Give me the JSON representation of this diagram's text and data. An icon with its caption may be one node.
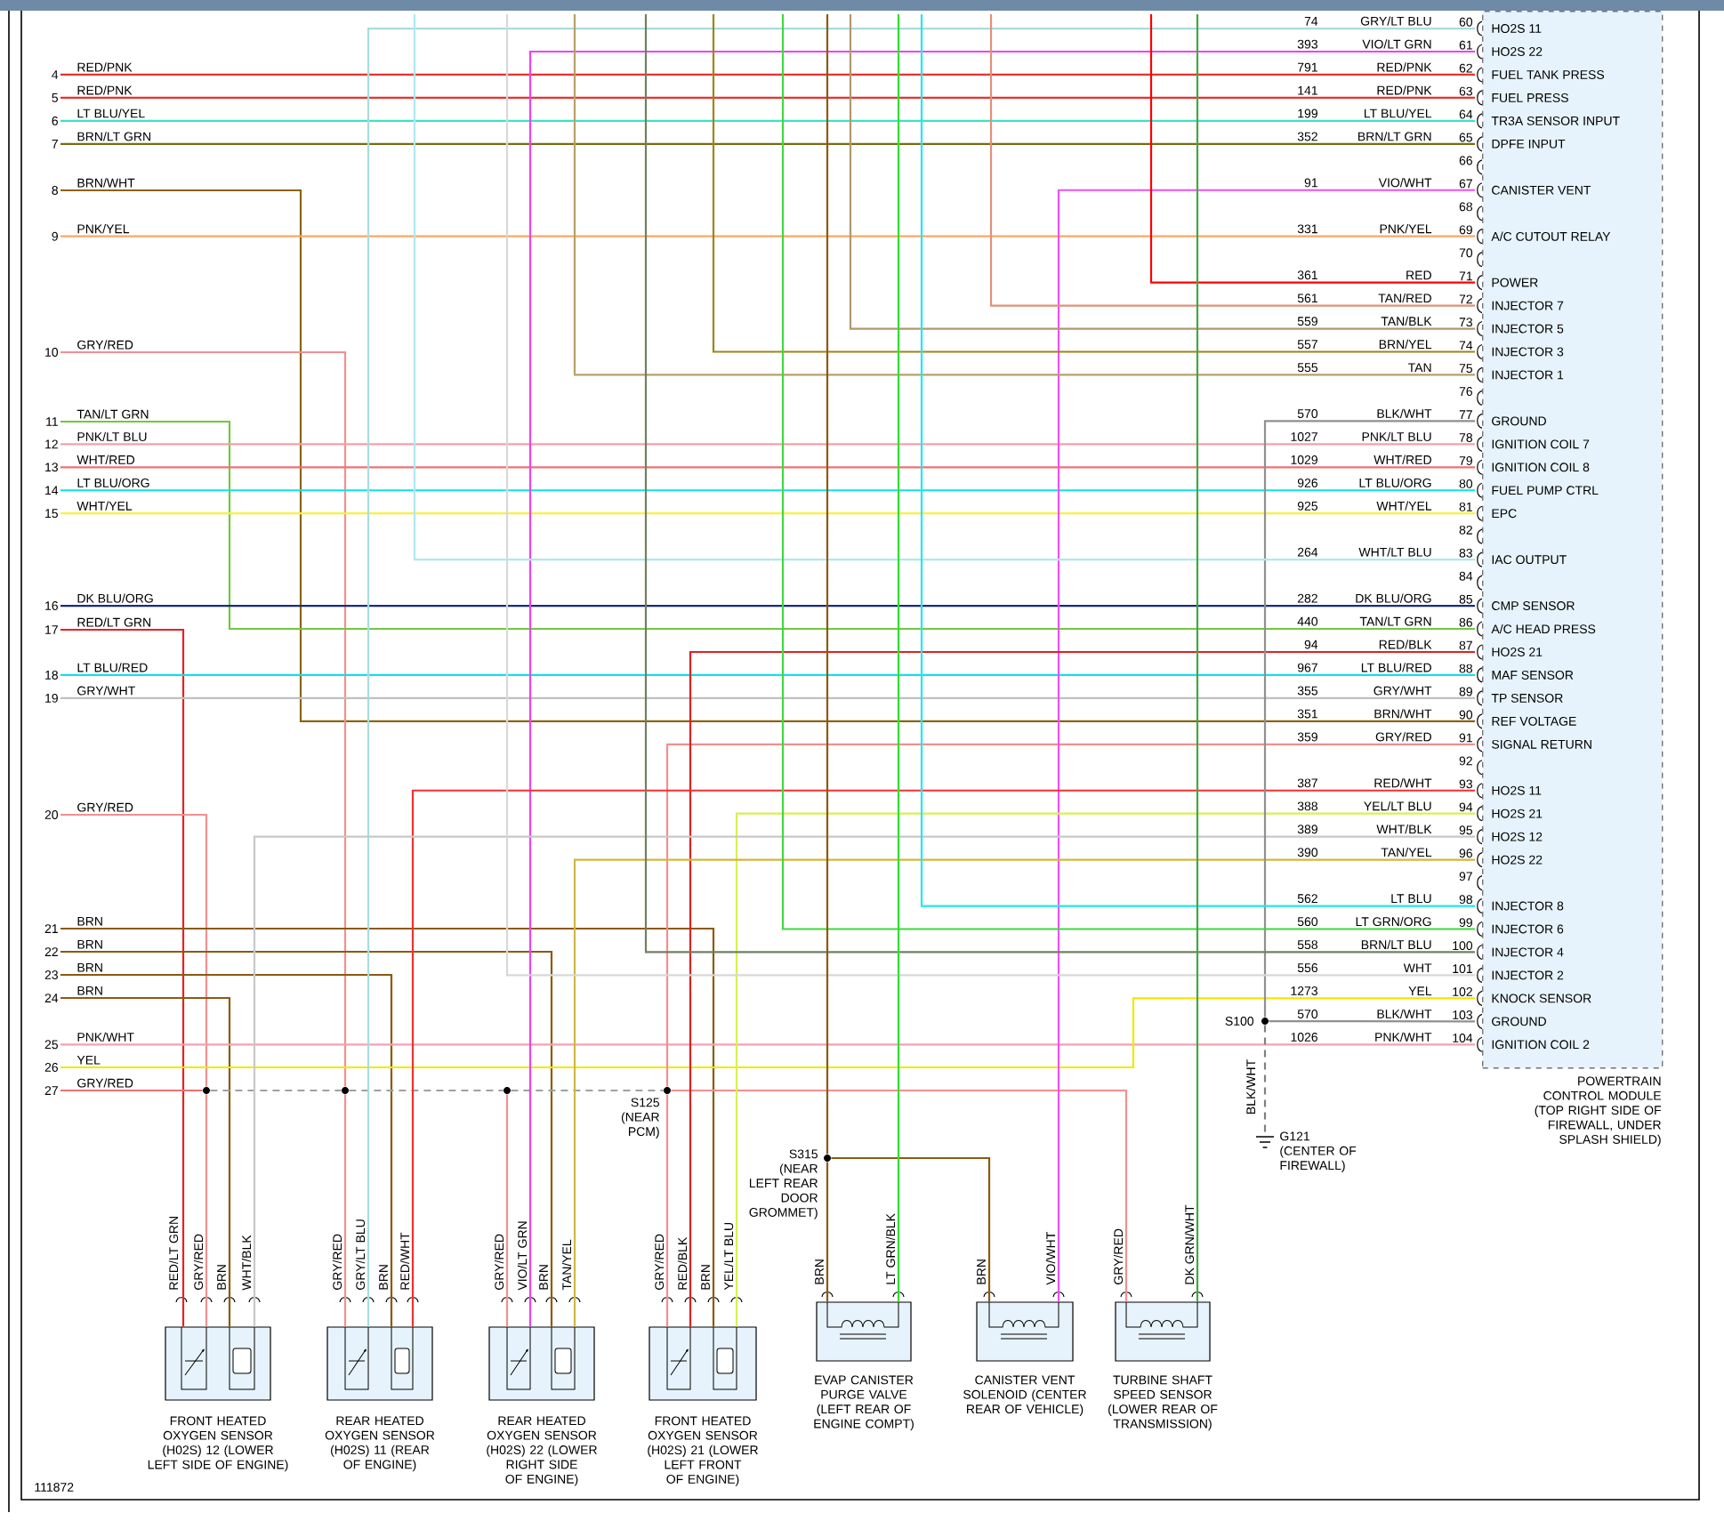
{
  "diagram": {
    "nodes": [
      {
        "text": [
          "POWERTRAIN CONTROL MODULE (TOP RIGHT SIDE OF FIREWALL, UNDER SPLASH SHIELD)",
          "HO2S 11",
          "HO2S 22",
          "FUEL TANK PRESS",
          "FUEL PRESS",
          "TR3A SENSOR INPUT",
          "DPFE INPUT",
          "CANISTER VENT",
          "A/C CUTOUT RELAY",
          "POWER",
          "INJECTOR 7",
          "INJECTOR 5",
          "INJECTOR 3",
          "INJECTOR 1",
          "GROUND",
          "IGNITION COIL 7",
          "IGNITION COIL 8",
          "FUEL PUMP CTRL",
          "EPC",
          "IAC OUTPUT",
          "CMP SENSOR",
          "A/C HEAD PRESS",
          "HO2S 21",
          "MAF SENSOR",
          "TP SENSOR",
          "REF VOLTAGE",
          "SIGNAL RETURN",
          "HO2S 11",
          "HO2S 21",
          "HO2S 12",
          "HO2S 22",
          "INJECTOR 8",
          "INJECTOR 6",
          "INJECTOR 4",
          "INJECTOR 2",
          "KNOCK SENSOR",
          "GROUND",
          "IGNITION COIL 2"
        ]
      },
      {
        "text": [
          "60"
        ],
        "beside": [
          "GRY/LT BLU"
        ]
      },
      {
        "text": [
          "61"
        ],
        "beside": [
          "VIO/LT GRN"
        ]
      },
      {
        "text": [
          "62"
        ],
        "beside": [
          "RED/PNK"
        ]
      },
      {
        "text": [
          "63"
        ],
        "beside": [
          "RED/PNK"
        ]
      },
      {
        "text": [
          "64"
        ],
        "beside": [
          "LT BLU/YEL"
        ]
      },
      {
        "text": [
          "65"
        ],
        "beside": [
          "BRN/LT GRN"
        ]
      },
      {
        "text": [
          "66"
        ]
      },
      {
        "text": [
          "67"
        ],
        "beside": [
          "VIO/WHT"
        ]
      },
      {
        "text": [
          "68"
        ]
      },
      {
        "text": [
          "69"
        ],
        "beside": [
          "PNK/YEL"
        ]
      },
      {
        "text": [
          "70"
        ]
      },
      {
        "text": [
          "71"
        ],
        "beside": [
          "RED"
        ]
      },
      {
        "text": [
          "72"
        ],
        "beside": [
          "TAN/RED"
        ]
      },
      {
        "text": [
          "73"
        ],
        "beside": [
          "TAN/BLK"
        ]
      },
      {
        "text": [
          "74"
        ],
        "beside": [
          "BRN/YEL"
        ]
      },
      {
        "text": [
          "75"
        ],
        "beside": [
          "TAN"
        ]
      },
      {
        "text": [
          "76"
        ]
      },
      {
        "text": [
          "77"
        ],
        "beside": [
          "BLK/WHT"
        ]
      },
      {
        "text": [
          "78"
        ],
        "beside": [
          "PNK/LT BLU"
        ]
      },
      {
        "text": [
          "79"
        ],
        "beside": [
          "WHT/RED"
        ]
      },
      {
        "text": [
          "80"
        ],
        "beside": [
          "LT BLU/ORG"
        ]
      },
      {
        "text": [
          "81"
        ],
        "beside": [
          "WHT/YEL"
        ]
      },
      {
        "text": [
          "82"
        ]
      },
      {
        "text": [
          "83"
        ],
        "beside": [
          "WHT/LT BLU"
        ]
      },
      {
        "text": [
          "84"
        ]
      },
      {
        "text": [
          "85"
        ],
        "beside": [
          "DK BLU/ORG"
        ]
      },
      {
        "text": [
          "86"
        ],
        "beside": [
          "TAN/LT GRN"
        ]
      },
      {
        "text": [
          "87"
        ],
        "beside": [
          "RED/BLK"
        ]
      },
      {
        "text": [
          "88"
        ],
        "beside": [
          "LT BLU/RED"
        ]
      },
      {
        "text": [
          "89"
        ],
        "beside": [
          "GRY/WHT"
        ]
      },
      {
        "text": [
          "90"
        ],
        "beside": [
          "BRN/WHT"
        ]
      },
      {
        "text": [
          "91"
        ],
        "beside": [
          "GRY/RED"
        ]
      },
      {
        "text": [
          "92"
        ]
      },
      {
        "text": [
          "93"
        ],
        "beside": [
          "RED/WHT"
        ]
      },
      {
        "text": [
          "94"
        ],
        "beside": [
          "YEL/LT BLU"
        ]
      },
      {
        "text": [
          "95"
        ],
        "beside": [
          "WHT/BLK"
        ]
      },
      {
        "text": [
          "96"
        ],
        "beside": [
          "TAN/YEL"
        ]
      },
      {
        "text": [
          "97"
        ]
      },
      {
        "text": [
          "98"
        ],
        "beside": [
          "LT BLU"
        ]
      },
      {
        "text": [
          "99"
        ],
        "beside": [
          "LT GRN/ORG"
        ]
      },
      {
        "text": [
          "100"
        ],
        "beside": [
          "BRN/LT BLU"
        ]
      },
      {
        "text": [
          "101"
        ],
        "beside": [
          "WHT"
        ]
      },
      {
        "text": [
          "102"
        ],
        "beside": [
          "YEL"
        ]
      },
      {
        "text": [
          "103"
        ],
        "beside": [
          "BLK/WHT"
        ]
      },
      {
        "text": [
          "104"
        ],
        "beside": [
          "PNK/WHT"
        ]
      },
      {
        "text": [
          "4"
        ],
        "beside": [
          "RED/PNK"
        ]
      },
      {
        "text": [
          "5"
        ],
        "beside": [
          "RED/PNK"
        ]
      },
      {
        "text": [
          "6"
        ],
        "beside": [
          "LT BLU/YEL"
        ]
      },
      {
        "text": [
          "7"
        ],
        "beside": [
          "BRN/LT GRN"
        ]
      },
      {
        "text": [
          "8"
        ],
        "beside": [
          "BRN/WHT"
        ]
      },
      {
        "text": [
          "9"
        ],
        "beside": [
          "PNK/YEL"
        ]
      },
      {
        "text": [
          "10"
        ],
        "beside": [
          "GRY/RED"
        ]
      },
      {
        "text": [
          "11"
        ],
        "beside": [
          "TAN/LT GRN"
        ]
      },
      {
        "text": [
          "12"
        ],
        "beside": [
          "PNK/LT BLU"
        ]
      },
      {
        "text": [
          "13"
        ],
        "beside": [
          "WHT/RED"
        ]
      },
      {
        "text": [
          "14"
        ],
        "beside": [
          "LT BLU/ORG"
        ]
      },
      {
        "text": [
          "15"
        ],
        "beside": [
          "WHT/YEL"
        ]
      },
      {
        "text": [
          "16"
        ],
        "beside": [
          "DK BLU/ORG"
        ]
      },
      {
        "text": [
          "17"
        ],
        "beside": [
          "RED/LT GRN"
        ]
      },
      {
        "text": [
          "18"
        ],
        "beside": [
          "LT BLU/RED"
        ]
      },
      {
        "text": [
          "19"
        ],
        "beside": [
          "GRY/WHT"
        ]
      },
      {
        "text": [
          "20"
        ],
        "beside": [
          "GRY/RED"
        ]
      },
      {
        "text": [
          "21"
        ],
        "beside": [
          "BRN"
        ]
      },
      {
        "text": [
          "22"
        ],
        "beside": [
          "BRN"
        ]
      },
      {
        "text": [
          "23"
        ],
        "beside": [
          "BRN"
        ]
      },
      {
        "text": [
          "24"
        ],
        "beside": [
          "BRN"
        ]
      },
      {
        "text": [
          "25"
        ],
        "beside": [
          "PNK/WHT"
        ]
      },
      {
        "text": [
          "26"
        ],
        "beside": [
          "YEL"
        ]
      },
      {
        "text": [
          "27"
        ],
        "beside": [
          "GRY/RED"
        ]
      },
      {
        "text": [
          "FRONT HEATED OXYGEN SENSOR (H02S) 12 (LOWER LEFT SIDE OF ENGINE)"
        ],
        "beside": [
          "RED/LT GRN",
          "GRY/RED",
          "BRN",
          "WHT/BLK"
        ]
      },
      {
        "text": [
          "REAR HEATED OXYGEN SENSOR (H02S) 11 (REAR OF ENGINE)"
        ],
        "beside": [
          "GRY/RED",
          "GRY/LT BLU",
          "BRN",
          "RED/WHT"
        ]
      },
      {
        "text": [
          "REAR HEATED OXYGEN SENSOR (H02S) 22 (LOWER RIGHT SIDE OF ENGINE)"
        ],
        "beside": [
          "GRY/RED",
          "VIO/LT GRN",
          "BRN",
          "TAN/YEL"
        ]
      },
      {
        "text": [
          "FRONT HEATED OXYGEN SENSOR (H02S) 21 (LOWER LEFT FRONT OF ENGINE)"
        ],
        "beside": [
          "GRY/RED",
          "RED/BLK",
          "BRN",
          "YEL/LT BLU"
        ]
      },
      {
        "text": [
          "EVAP CANISTER PURGE VALVE (LEFT REAR OF ENGINE COMPT)"
        ],
        "beside": [
          "BRN",
          "LT GRN/BLK"
        ]
      },
      {
        "text": [
          "CANISTER VENT SOLENOID (CENTER REAR OF VEHICLE)"
        ],
        "beside": [
          "BRN",
          "VIO/WHT"
        ]
      },
      {
        "text": [
          "TURBINE SHAFT SPEED SENSOR (LOWER REAR OF TRANSMISSION)"
        ],
        "beside": [
          "GRY/RED",
          "DK GRN/WHT"
        ]
      },
      {
        "text": [],
        "shape": "circle"
      },
      {
        "text": [],
        "shape": "circle"
      },
      {
        "text": [],
        "shape": "circle"
      },
      {
        "text": [],
        "shape": "circle",
        "beside": [
          "S125 (NEAR PCM)"
        ]
      },
      {
        "text": [],
        "shape": "circle",
        "beside": [
          "S315 (NEAR LEFT REAR DOOR GROMMET)"
        ]
      },
      {
        "text": [],
        "shape": "circle",
        "beside": [
          "S100"
        ]
      },
      {
        "text": [],
        "shape": "ground",
        "beside": [
          "G121 (CENTER OF FIREWALL)"
        ]
      }
    ],
    "edges": [
      {
        "from": 46,
        "to": 3,
        "arrow": "none",
        "color": "#e8322f"
      },
      {
        "from": 47,
        "to": 4,
        "arrow": "none",
        "color": "#e8322f"
      },
      {
        "from": 48,
        "to": 5,
        "arrow": "none",
        "color": "#40e0c8"
      },
      {
        "from": 49,
        "to": 6,
        "arrow": "none",
        "color": "#7a6a10"
      },
      {
        "from": 50,
        "to": 31,
        "arrow": "none",
        "color": "#8b6410"
      },
      {
        "from": 51,
        "to": 10,
        "arrow": "none",
        "color": "#f8a868"
      },
      {
        "from": 52,
        "to": 78,
        "arrow": "none",
        "color": "#f09090"
      },
      {
        "from": 53,
        "to": 27,
        "arrow": "none",
        "color": "#70c840"
      },
      {
        "from": 54,
        "to": 19,
        "arrow": "none",
        "color": "#f4a0a8"
      },
      {
        "from": 55,
        "to": 20,
        "arrow": "none",
        "color": "#f07070"
      },
      {
        "from": 56,
        "to": 21,
        "arrow": "none",
        "color": "#10e0e8"
      },
      {
        "from": 57,
        "to": 22,
        "arrow": "none",
        "color": "#f8f040"
      },
      {
        "from": 58,
        "to": 26,
        "arrow": "none",
        "color": "#1a2a80"
      },
      {
        "from": 59,
        "to": 70,
        "arrow": "none",
        "color": "#e82020"
      },
      {
        "from": 60,
        "to": 29,
        "arrow": "none",
        "color": "#10e0e8"
      },
      {
        "from": 61,
        "to": 30,
        "arrow": "none",
        "color": "#c0c0c0"
      },
      {
        "from": 62,
        "to": 77,
        "arrow": "none",
        "color": "#f09090"
      },
      {
        "from": 63,
        "to": 73,
        "arrow": "none",
        "color": "#8b5a10"
      },
      {
        "from": 64,
        "to": 72,
        "arrow": "none",
        "color": "#8b5a10"
      },
      {
        "from": 65,
        "to": 71,
        "arrow": "none",
        "color": "#8b5a10"
      },
      {
        "from": 66,
        "to": 70,
        "arrow": "none",
        "color": "#8b5a10"
      },
      {
        "from": 67,
        "to": 45,
        "arrow": "none",
        "color": "#f4a0b4"
      },
      {
        "from": 68,
        "to": 43,
        "arrow": "none",
        "color": "#f0e800"
      },
      {
        "from": 69,
        "to": 77,
        "arrow": "none",
        "color": "#f07070"
      },
      {
        "from": 77,
        "to": 78,
        "arrow": "none",
        "style": "dashed",
        "color": "#a0a0a0"
      },
      {
        "from": 78,
        "to": 79,
        "arrow": "none",
        "style": "dashed",
        "color": "#a0a0a0"
      },
      {
        "from": 79,
        "to": 80,
        "arrow": "none",
        "style": "dashed",
        "color": "#a0a0a0"
      },
      {
        "from": 80,
        "to": 76,
        "arrow": "none",
        "color": "#f09090"
      },
      {
        "from": 77,
        "to": 70,
        "arrow": "none",
        "color": "#f09090"
      },
      {
        "from": 78,
        "to": 71,
        "arrow": "none",
        "color": "#f09090"
      },
      {
        "from": 79,
        "to": 72,
        "arrow": "none",
        "color": "#f09090"
      },
      {
        "from": 32,
        "to": 80,
        "arrow": "none",
        "color": "#f09090"
      },
      {
        "from": 80,
        "to": 73,
        "arrow": "none",
        "color": "#f09090"
      },
      {
        "from": 1,
        "to": 71,
        "arrow": "none",
        "color": "#a8dce0"
      },
      {
        "from": 2,
        "to": 72,
        "arrow": "none",
        "color": "#f040f0"
      },
      {
        "from": 8,
        "to": 75,
        "arrow": "none",
        "color": "#f050f0"
      },
      {
        "from": 28,
        "to": 73,
        "arrow": "none",
        "color": "#e02020"
      },
      {
        "from": 34,
        "to": 71,
        "arrow": "none",
        "color": "#f03030"
      },
      {
        "from": 35,
        "to": 73,
        "arrow": "none",
        "color": "#d8f050"
      },
      {
        "from": 36,
        "to": 70,
        "arrow": "none",
        "color": "#c8c8c8"
      },
      {
        "from": 37,
        "to": 72,
        "arrow": "none",
        "color": "#d0b840"
      },
      {
        "from": 18,
        "to": 82,
        "arrow": "none",
        "color": "#909090"
      },
      {
        "from": 44,
        "to": 82,
        "arrow": "none",
        "color": "#909090"
      },
      {
        "from": 82,
        "to": 83,
        "arrow": "none",
        "style": "dashed",
        "color": "#808080",
        "label": "BLK/WHT"
      },
      {
        "from": null,
        "to": 12,
        "arrow": "none",
        "color": "#ff0000"
      },
      {
        "from": null,
        "to": 13,
        "arrow": "none",
        "color": "#e09078"
      },
      {
        "from": null,
        "to": 14,
        "arrow": "none",
        "color": "#b09870"
      },
      {
        "from": null,
        "to": 15,
        "arrow": "none",
        "color": "#a08418"
      },
      {
        "from": null,
        "to": 16,
        "arrow": "none",
        "color": "#b8a068"
      },
      {
        "from": null,
        "to": 24,
        "arrow": "none",
        "color": "#b0e8f0"
      },
      {
        "from": null,
        "to": 39,
        "arrow": "none",
        "color": "#20e8f0"
      },
      {
        "from": null,
        "to": 40,
        "arrow": "none",
        "color": "#40d840"
      },
      {
        "from": null,
        "to": 41,
        "arrow": "none",
        "color": "#708060"
      },
      {
        "from": null,
        "to": 42,
        "arrow": "none",
        "color": "#d8d8d8"
      },
      {
        "from": null,
        "to": 81,
        "arrow": "none",
        "color": "#8b5a10"
      },
      {
        "from": 81,
        "to": 74,
        "arrow": "none",
        "color": "#8b5a10"
      },
      {
        "from": 81,
        "to": 75,
        "arrow": "none",
        "color": "#8b5a10"
      },
      {
        "from": null,
        "to": 74,
        "arrow": "none",
        "color": "#30e030"
      },
      {
        "from": null,
        "to": 76,
        "arrow": "none",
        "color": "#40a840"
      }
    ],
    "labels": [
      "74",
      "393",
      "791",
      "141",
      "199",
      "352",
      "91",
      "331",
      "361",
      "561",
      "559",
      "557",
      "555",
      "570",
      "1027",
      "1029",
      "926",
      "925",
      "264",
      "282",
      "440",
      "94",
      "967",
      "355",
      "351",
      "359",
      "387",
      "388",
      "389",
      "390",
      "562",
      "560",
      "558",
      "556",
      "1273",
      "570",
      "1026",
      "111872"
    ]
  }
}
